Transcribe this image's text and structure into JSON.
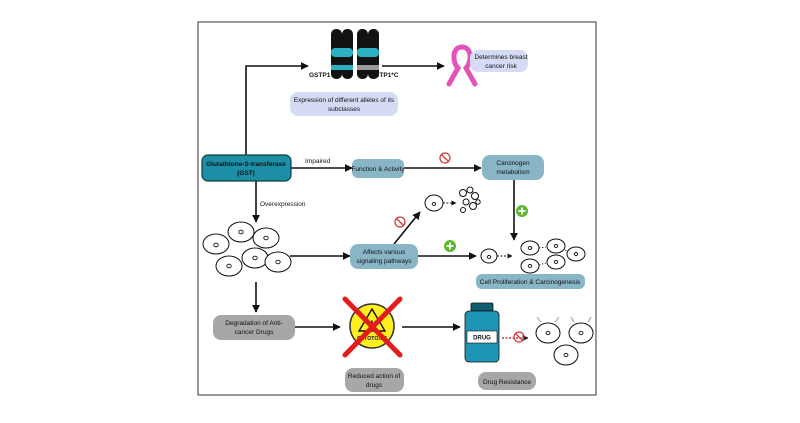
{
  "nodes": {
    "gst": {
      "line1": "Glutathione-S-transferase",
      "line2": "(GST)"
    },
    "gstp1": "GSTP1",
    "gstp1c": "GSTP1*C",
    "expression": {
      "line1": "Expression of different alleles of its",
      "line2": "subclasses"
    },
    "breast_risk": {
      "line1": "Determines breast",
      "line2": "cancer risk"
    },
    "function_activity": "Function & Activity",
    "carcinogen": {
      "line1": "Carcinogen",
      "line2": "metabolism"
    },
    "signaling": {
      "line1": "Affects various",
      "line2": "signaling pathways"
    },
    "proliferation": "Cell Proliferation & Carcinogenesis",
    "degradation": {
      "line1": "Degradation of Anti-",
      "line2": "cancer Drugs"
    },
    "cytotoxic": "CYTOTOXIC",
    "reduced_action": {
      "line1": "Reduced action of",
      "line2": "drugs"
    },
    "drug_label": "DRUG",
    "drug_resistance": "Drug Resistance"
  },
  "edges": {
    "impaired": "Impaired",
    "overexpression": "Overexpression"
  },
  "colors": {
    "gst_fill": "#1c8ea5",
    "teal_box": "#88b6c6",
    "lavender_box": "#d6dbf5",
    "grey_box": "#a7a7a7",
    "ribbon": "#e454b8",
    "inhibit": "#d43b3b",
    "activate": "#5cb92d",
    "caution": "#ffef1f",
    "cross": "#e41b1b",
    "bottle": "#1f95b5",
    "chromosome_band": "#2ab0c0"
  },
  "icons": [
    "chromosome-icon",
    "ribbon-icon",
    "inhibit-icon",
    "activate-icon",
    "caution-icon",
    "drug-bottle-icon"
  ]
}
